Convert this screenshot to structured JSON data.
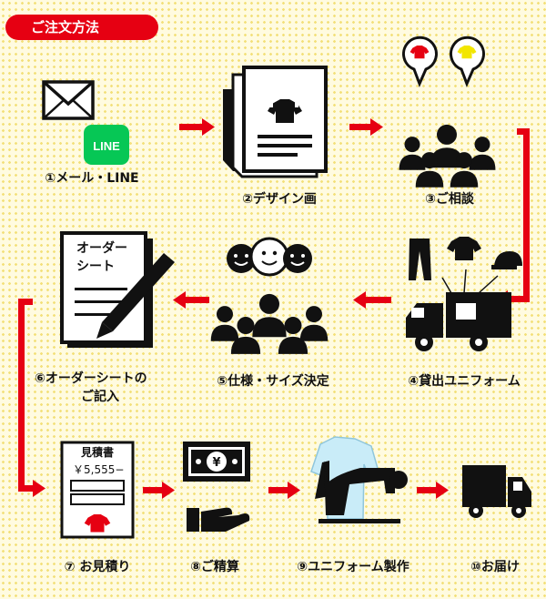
{
  "header": {
    "title": "ご注文方法"
  },
  "icons": {
    "line_logo_text": "LINE",
    "order_sheet_line1": "オーダー",
    "order_sheet_line2": "シート",
    "estimate_title": "見積書",
    "estimate_amount": "￥5,555−"
  },
  "steps": [
    {
      "label": "①メール・LINE"
    },
    {
      "label": "②デザイン画"
    },
    {
      "label": "③ご相談"
    },
    {
      "label": "④貸出ユニフォーム"
    },
    {
      "label": "⑤仕様・サイズ決定"
    },
    {
      "label": "⑥オーダーシートの",
      "label2": "ご記入"
    },
    {
      "label": "⑦ お見積り"
    },
    {
      "label": "⑧ご精算"
    },
    {
      "label": "⑨ユニフォーム製作"
    },
    {
      "label": "⑩お届け"
    }
  ],
  "colors": {
    "accent": "#e60012",
    "line_green": "#06c755",
    "background": "#fffbe0"
  }
}
